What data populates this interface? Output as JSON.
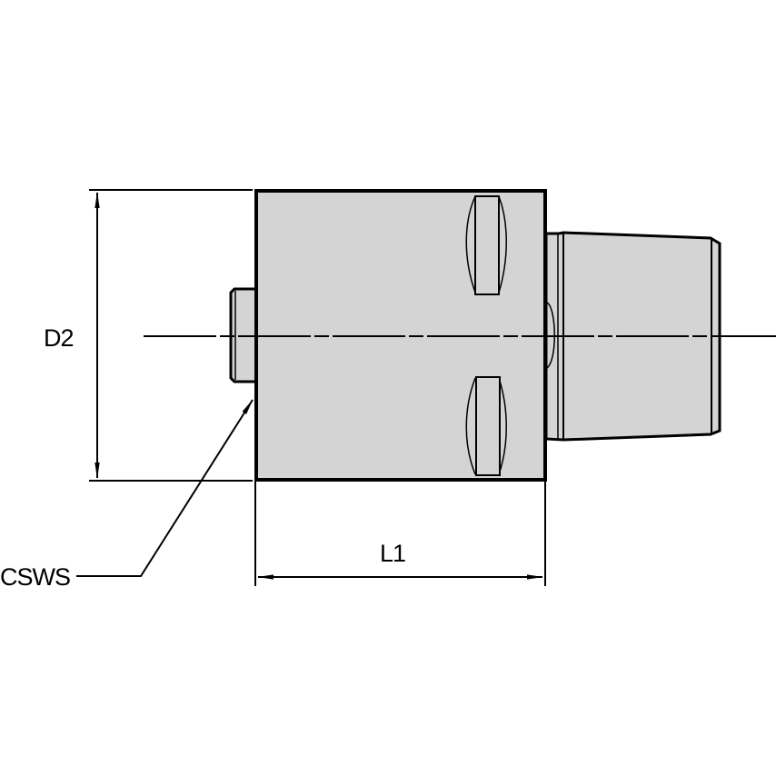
{
  "drawing": {
    "type": "technical-drawing",
    "subject": "tool holder adapter side view",
    "colors": {
      "body_fill": "#d4d4d4",
      "line": "#000000",
      "background": "#ffffff"
    },
    "dimensions": {
      "d2": {
        "label": "D2"
      },
      "l1": {
        "label": "L1"
      }
    },
    "callouts": {
      "csws": {
        "label": "CSWS"
      }
    }
  }
}
